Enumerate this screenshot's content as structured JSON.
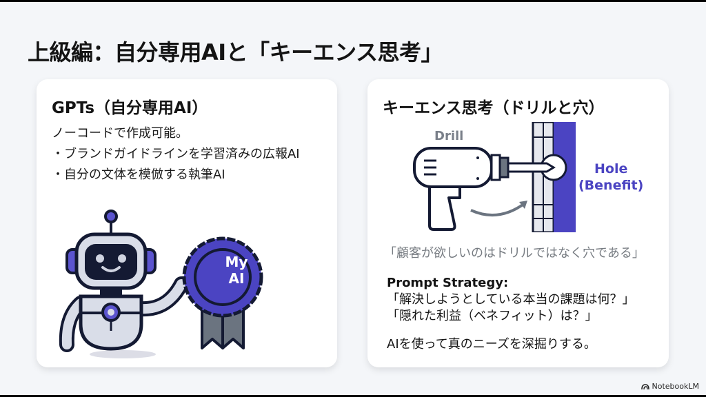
{
  "slide": {
    "title": "上級編：自分専用AIと「キーエンス思考」"
  },
  "left_card": {
    "title": "GPTs（自分専用AI）",
    "lines": [
      "ノーコードで作成可能。",
      "・ブランドガイドラインを学習済みの広報AI",
      "・自分の文体を模倣する執筆AI"
    ],
    "illustration": {
      "badge_line1": "My",
      "badge_line2": "AI",
      "accent_color": "#4b44c2",
      "ribbon_color": "#6b7480"
    }
  },
  "right_card": {
    "title": "キーエンス思考（ドリルと穴）",
    "diagram": {
      "drill_label": "Drill",
      "hole_label_line1": "Hole",
      "hole_label_line2": "(Benefit)",
      "accent_color": "#4b44c2",
      "drill_label_color": "#7a808a"
    },
    "quote": "「顧客が欲しいのはドリルではなく穴である」",
    "strategy": {
      "heading": "Prompt Strategy:",
      "items": [
        "「解決しようとしている本当の課題は何？」",
        "「隠れた利益（ベネフィット）は？」"
      ]
    },
    "conclusion": "AIを使って真のニーズを深掘りする。"
  },
  "footer": {
    "brand": "NotebookLM"
  }
}
